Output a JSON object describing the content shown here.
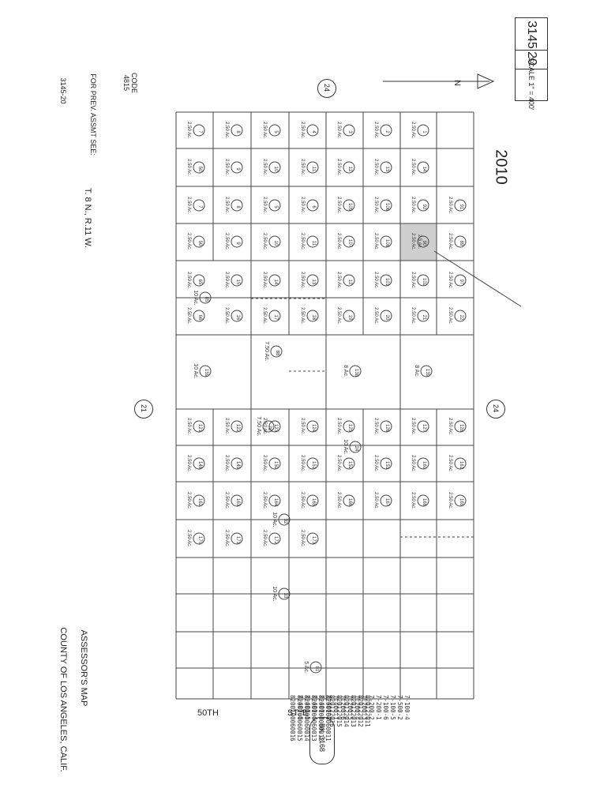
{
  "header": {
    "book": "3145",
    "page": "20",
    "scale_label": "SCALE 1\" = 400'",
    "year": "2010"
  },
  "left_notes": {
    "code_label": "CODE",
    "code_value": "4815",
    "prev_assmt": "FOR PREV. ASSMT SEE:",
    "prev_ref": "3145-20",
    "township": "T. 8 N., R.11 W."
  },
  "footer": {
    "title_line1": "ASSESSOR'S MAP",
    "title_line2": "COUNTY OF LOS ANGELES, CALIF.",
    "street_50th": "50TH",
    "street_ste": "ST. E",
    "bk_label": "BK",
    "bk_value": "3168"
  },
  "section_numbers": [
    "24",
    "21",
    "24"
  ],
  "arrow_parcel": "2.5 Ac.",
  "top_rows": [
    [
      "7",
      "2.50 Ac.",
      "8",
      "2.50 Ac.",
      "5",
      "2.50 Ac.",
      "4",
      "2.50 Ac.",
      "3",
      "2.50 Ac.",
      "2",
      "2.50 Ac.",
      "1",
      "2.50 Ac."
    ],
    [
      "50",
      "2.50 Ac.",
      "9",
      "2.50 Ac.",
      "10",
      "2.50 Ac.",
      "11",
      "2.50 Ac.",
      "12",
      "2.50 Ac.",
      "13",
      "2.50 Ac.",
      "14",
      "2.50 Ac."
    ]
  ],
  "parcels_small": [
    "7",
    "8",
    "5",
    "6",
    "105",
    "106",
    "92",
    "91",
    "50",
    "9",
    "10",
    "11",
    "107",
    "108",
    "90",
    "89",
    "65",
    "15",
    "14",
    "13",
    "12",
    "101",
    "102",
    "97",
    "66",
    "16",
    "17",
    "18",
    "19",
    "20",
    "21",
    "22",
    "121",
    "122",
    "123",
    "124",
    "125",
    "126",
    "127",
    "128",
    "148",
    "149",
    "150",
    "151",
    "152",
    "153",
    "160",
    "161",
    "162",
    "163",
    "164",
    "165",
    "166",
    "167",
    "168",
    "169",
    "170",
    "171",
    "172",
    "173"
  ],
  "parcels_big": [
    {
      "num": "85",
      "area": "10 Ac."
    },
    {
      "num": "159",
      "area": "10 Ac."
    },
    {
      "num": "88",
      "area": "7.50 Ac."
    },
    {
      "num": "138",
      "area": "8 Ac."
    },
    {
      "num": "139",
      "area": "8 Ac."
    },
    {
      "num": "24",
      "area": "10 Ac."
    },
    {
      "num": "79",
      "area": "7.50 Ac."
    },
    {
      "num": "32",
      "area": "10 Ac."
    },
    {
      "num": "33",
      "area": "10 Ac."
    },
    {
      "num": "81",
      "area": "5 Ac."
    }
  ],
  "legend_lines": [
    "7-100-4",
    "7-500-2",
    "7-100-5",
    "7-100-6",
    "7-200-1",
    "7-200-2",
    "7-200-3",
    "7-200-4",
    "7-200-5",
    "7-200-6",
    "7-400-1",
    "7-400-2",
    "7-400-3",
    "7-400-4",
    "7-400-5",
    "7-400-6"
  ],
  "legend_lines2": [
    "820122011",
    "820122012",
    "820122013",
    "820122014",
    "820122015",
    "820122016"
  ],
  "legend_lines3": [
    "8200100060011",
    "8200100060012",
    "8200100060013",
    "8200100060014",
    "8200100060015",
    "8200100060016"
  ]
}
